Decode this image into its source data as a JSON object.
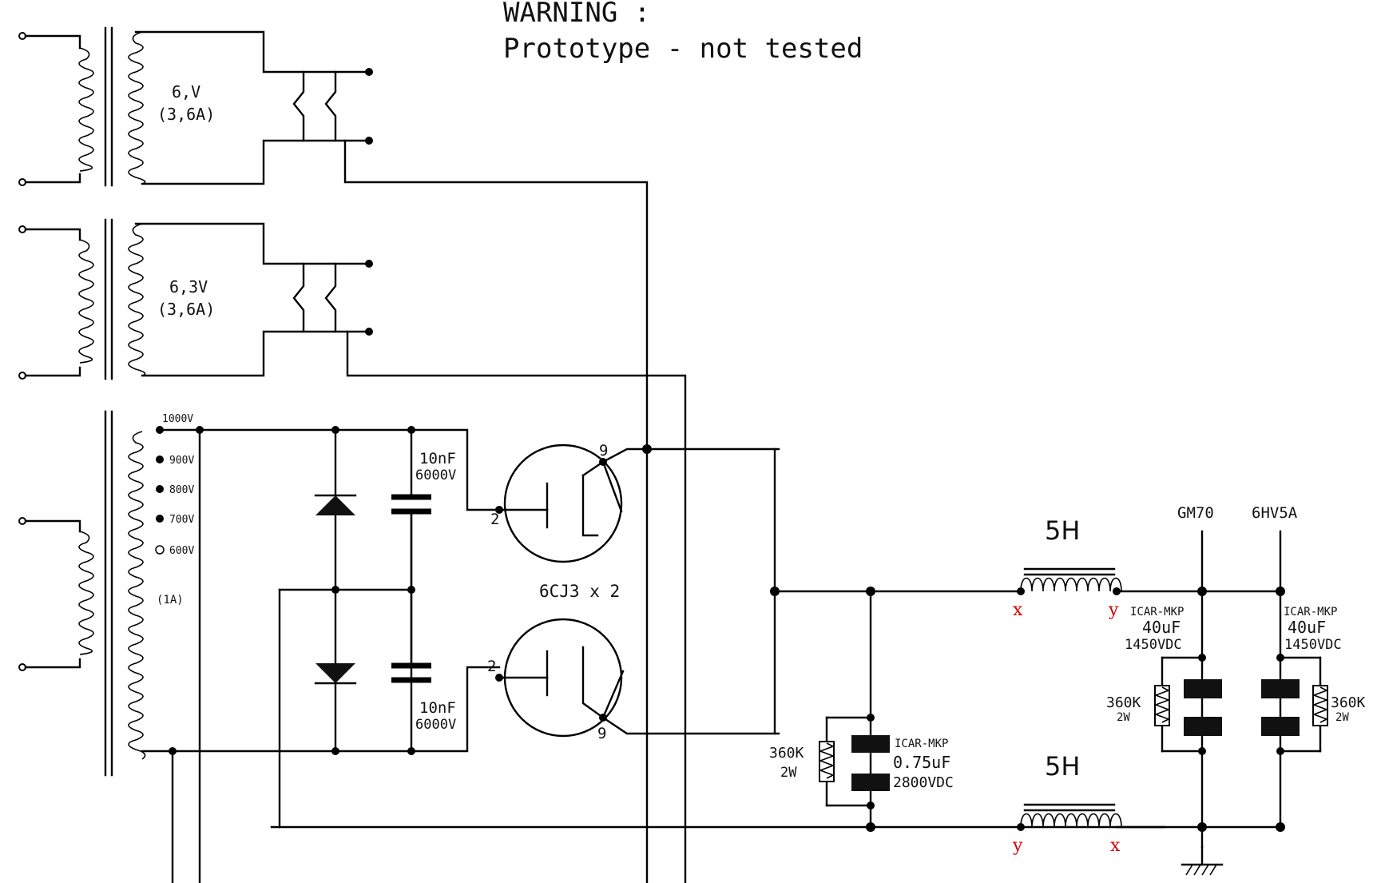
{
  "warning": {
    "line1": "WARNING :",
    "line2": "Prototype - not tested"
  },
  "transformers": {
    "heater1": {
      "voltage": "6,V",
      "current": "(3,6A)"
    },
    "heater2": {
      "voltage": "6,3V",
      "current": "(3,6A)"
    },
    "hv": {
      "taps": [
        "1000V",
        "900V",
        "800V",
        "700V",
        "600V"
      ],
      "current": "(1A)"
    }
  },
  "rectifier": {
    "cap_top": {
      "value": "10nF",
      "rating": "6000V"
    },
    "cap_bottom": {
      "value": "10nF",
      "rating": "6000V"
    },
    "tube_label": "6CJ3 x 2",
    "pins": {
      "top_plate": "2",
      "top_cathode": "9",
      "bottom_plate": "2",
      "bottom_cathode": "9"
    }
  },
  "filter": {
    "first_cap": {
      "brand": "ICAR-MKP",
      "value": "0.75uF",
      "rating": "2800VDC"
    },
    "first_res": {
      "value": "360K",
      "power": "2W"
    },
    "choke_top": {
      "value": "5H",
      "x": "x",
      "y": "y"
    },
    "choke_bottom": {
      "value": "5H",
      "x": "x",
      "y": "y"
    },
    "gm70_branch": {
      "label": "GM70",
      "cap": {
        "brand": "ICAR-MKP",
        "value": "40uF",
        "rating": "1450VDC"
      },
      "res": {
        "value": "360K",
        "power": "2W"
      }
    },
    "hv5a_branch": {
      "label": "6HV5A",
      "cap": {
        "brand": "ICAR-MKP",
        "value": "40uF",
        "rating": "1450VDC"
      },
      "res": {
        "value": "360K",
        "power": "2W"
      }
    }
  }
}
